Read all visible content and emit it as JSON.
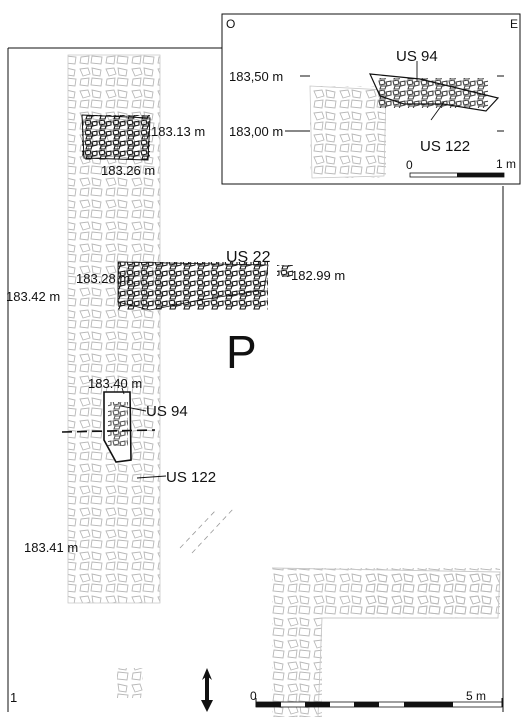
{
  "figure_number": "1",
  "plan": {
    "room_label": "P",
    "elevations": [
      "183.13 m",
      "183.26 m",
      "183.28 m",
      "183.42 m",
      "182.99 m",
      "183.40 m",
      "183.41 m"
    ],
    "unit_labels": [
      "US 22",
      "US 94",
      "US 122"
    ],
    "scale": {
      "start": "0",
      "end": "5 m"
    },
    "north_arrow": "north-arrow-icon"
  },
  "inset_section": {
    "left_orientation": "O",
    "right_orientation": "E",
    "elevation_upper": "183,50 m",
    "elevation_lower": "183,00 m",
    "unit_labels": [
      "US 94",
      "US 122"
    ],
    "scale": {
      "start": "0",
      "end": "1 m"
    }
  },
  "colors": {
    "stone_light": "#b8b8b8",
    "stone_dark": "#111111",
    "ink": "#111111"
  }
}
